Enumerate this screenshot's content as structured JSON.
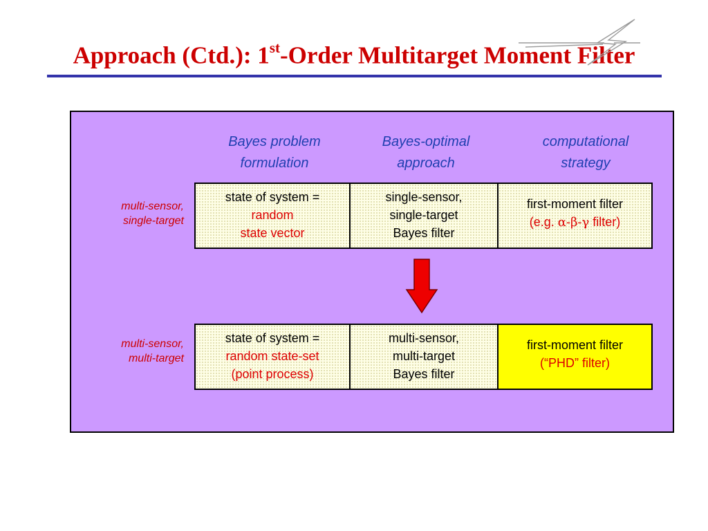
{
  "title": {
    "part1": "Approach (Ctd.): 1",
    "sup": "st",
    "part2": "-Order Multitarget Moment Filter"
  },
  "column_headers": [
    {
      "line1": "Bayes problem",
      "line2": "formulation"
    },
    {
      "line1": "Bayes-optimal",
      "line2": "approach"
    },
    {
      "line1": "computational",
      "line2": "strategy"
    }
  ],
  "rows": [
    {
      "label": {
        "line1": "multi-sensor,",
        "line2": "single-target"
      },
      "cells": {
        "formulation": {
          "line1": "state of system =",
          "line2": "random",
          "line3": "state vector"
        },
        "approach": {
          "line1": "single-sensor,",
          "line2": "single-target",
          "line3": "Bayes filter"
        },
        "strategy": {
          "line1": "first-moment filter",
          "line2_prefix": "(e.g. ",
          "line2_greek": "α-β-γ",
          "line2_suffix": " filter)"
        }
      }
    },
    {
      "label": {
        "line1": "multi-sensor,",
        "line2": "multi-target"
      },
      "cells": {
        "formulation": {
          "line1": "state of system =",
          "line2": "random state-set",
          "line3": "(point process)"
        },
        "approach": {
          "line1": "multi-sensor,",
          "line2": "multi-target",
          "line3": "Bayes filter"
        },
        "strategy": {
          "line1": "first-moment filter",
          "line2": "(“PHD” filter)"
        }
      }
    }
  ],
  "colors": {
    "title": "#cc0000",
    "title_rule": "#3333aa",
    "panel": "#cc99ff",
    "header_text": "#1f3fb0",
    "highlight_cell": "#ffff00",
    "arrow": "#ee0000"
  },
  "icons": {
    "logo": "star-logo-icon",
    "arrow": "down-arrow-icon"
  }
}
